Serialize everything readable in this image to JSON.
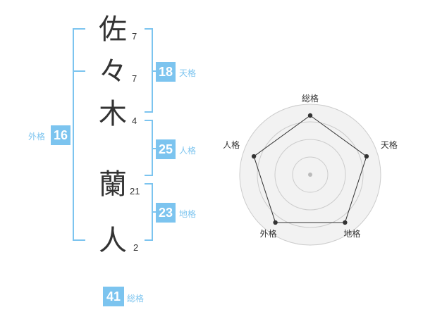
{
  "name_chars": [
    {
      "char": "佐",
      "strokes": "7"
    },
    {
      "char": "々",
      "strokes": "7"
    },
    {
      "char": "木",
      "strokes": "4"
    },
    {
      "char": "蘭",
      "strokes": "21"
    },
    {
      "char": "人",
      "strokes": "2"
    }
  ],
  "fortunes": {
    "tenkaku": {
      "value": "18",
      "label": "天格"
    },
    "jinkaku": {
      "value": "25",
      "label": "人格"
    },
    "chikaku": {
      "value": "23",
      "label": "地格"
    },
    "gaikaku": {
      "value": "16",
      "label": "外格"
    },
    "soukaku": {
      "value": "41",
      "label": "総格"
    }
  },
  "chart_data": {
    "type": "radar",
    "axes": [
      "総格",
      "天格",
      "地格",
      "外格",
      "人格"
    ],
    "values": [
      0.84,
      0.84,
      0.84,
      0.84,
      0.84
    ],
    "range": [
      0,
      1
    ],
    "rings": 4,
    "colors": {
      "grid": "#cccccc",
      "fill": "#f2f2f2",
      "line": "#333333",
      "center": "#bbbbbb"
    }
  }
}
